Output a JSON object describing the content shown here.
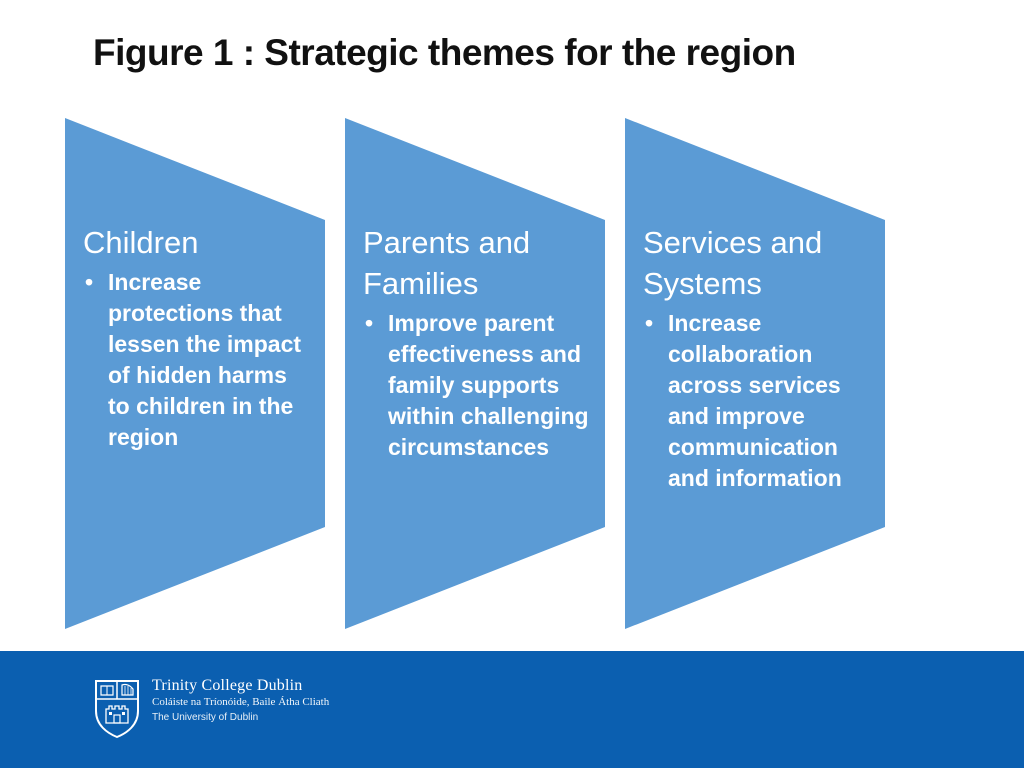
{
  "title": "Figure 1 : Strategic themes for the region",
  "colors": {
    "shape_fill": "#5b9bd5",
    "footer": "#0b5fb0",
    "text_on_shape": "#ffffff"
  },
  "themes": [
    {
      "heading": "Children",
      "bullets": [
        "Increase protections that lessen the impact of hidden harms to children in the region"
      ]
    },
    {
      "heading": "Parents and Families",
      "bullets": [
        "Improve parent effectiveness and family supports within challenging circumstances"
      ]
    },
    {
      "heading": "Services and Systems",
      "bullets": [
        "Increase collaboration across services and improve communication and information"
      ]
    }
  ],
  "footer": {
    "logo_icon": "crest-icon",
    "name": "Trinity College Dublin",
    "irish_name": "Coláiste na Tríonóide, Baile Átha Cliath",
    "subtitle": "The University of Dublin"
  }
}
